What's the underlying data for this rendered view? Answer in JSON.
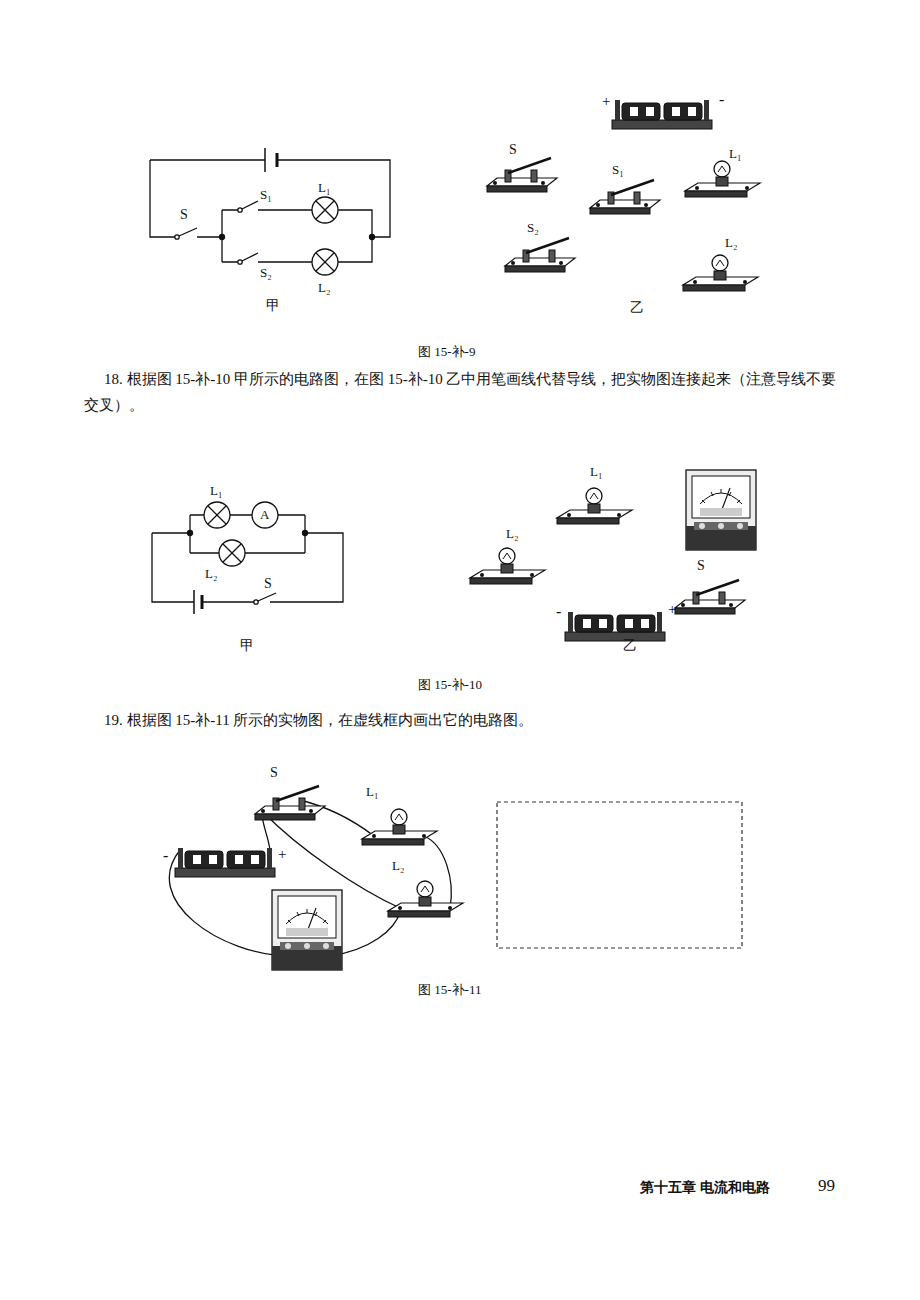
{
  "diagram": {
    "labels": [
      "S",
      "S₁",
      "L₁",
      "S₂",
      "L₂",
      "甲",
      "+",
      "-",
      "S",
      "S₁",
      "L₁",
      "S₂",
      "L₂",
      "乙",
      "图 15-补-9",
      "18. 根据图 15-补-10 甲所示的电路图，在图 15-补-10 乙中用笔画线代替导线，把实物图连接起来（注意导线不要交叉）。",
      "L₁",
      "A",
      "L₂",
      "S",
      "甲",
      "L₁",
      "L₂",
      "S",
      "-",
      "+",
      "乙",
      "图 15-补-10",
      "19. 根据图 15-补-11 所示的实物图，在虚线框内画出它的电路图。",
      "S",
      "L₁",
      "L₂",
      "-",
      "+",
      "图 15-补-11",
      "第十五章  电流和电路",
      "99"
    ]
  }
}
